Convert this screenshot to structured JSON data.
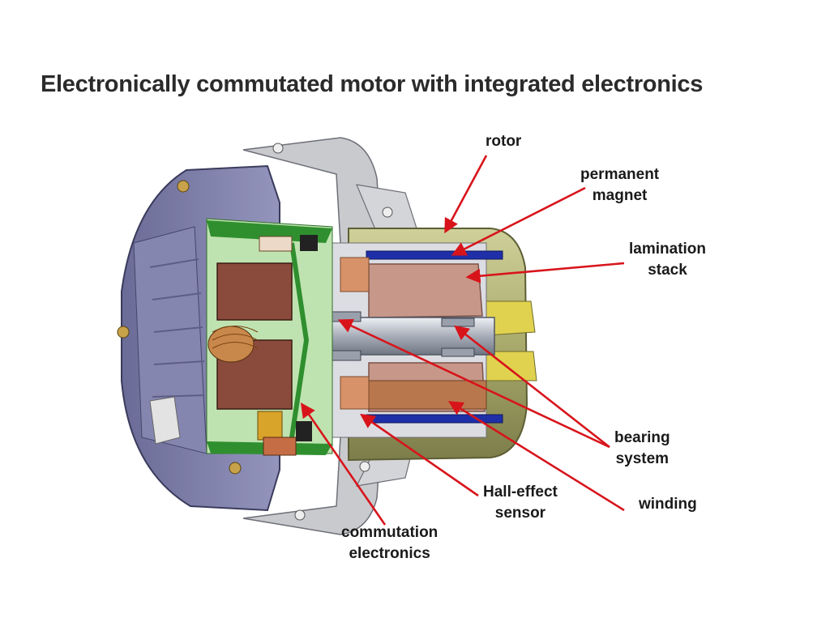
{
  "page": {
    "title": "Electronically commutated motor with integrated electronics"
  },
  "callouts": {
    "rotor": {
      "lines": [
        "rotor"
      ]
    },
    "permanent_magnet": {
      "lines": [
        "permanent",
        "magnet"
      ]
    },
    "lamination_stack": {
      "lines": [
        "lamination",
        "stack"
      ]
    },
    "bearing_system": {
      "lines": [
        "bearing",
        "system"
      ]
    },
    "winding": {
      "lines": [
        "winding"
      ]
    },
    "hall_effect_sensor": {
      "lines": [
        "Hall-effect",
        "sensor"
      ]
    },
    "commutation_electronics": {
      "lines": [
        "commutation",
        "electronics"
      ]
    }
  },
  "colors": {
    "arrow": "#d8141b",
    "housing": "#7f80a8",
    "rotor_can": "#b5b67a",
    "magnet": "#1f2fa8",
    "lamination": "#c7988a",
    "winding": "#b9774e",
    "pcb": "#2f8f2f",
    "capacitor": "#8a4b3c",
    "shaft": "#a7adb8"
  }
}
